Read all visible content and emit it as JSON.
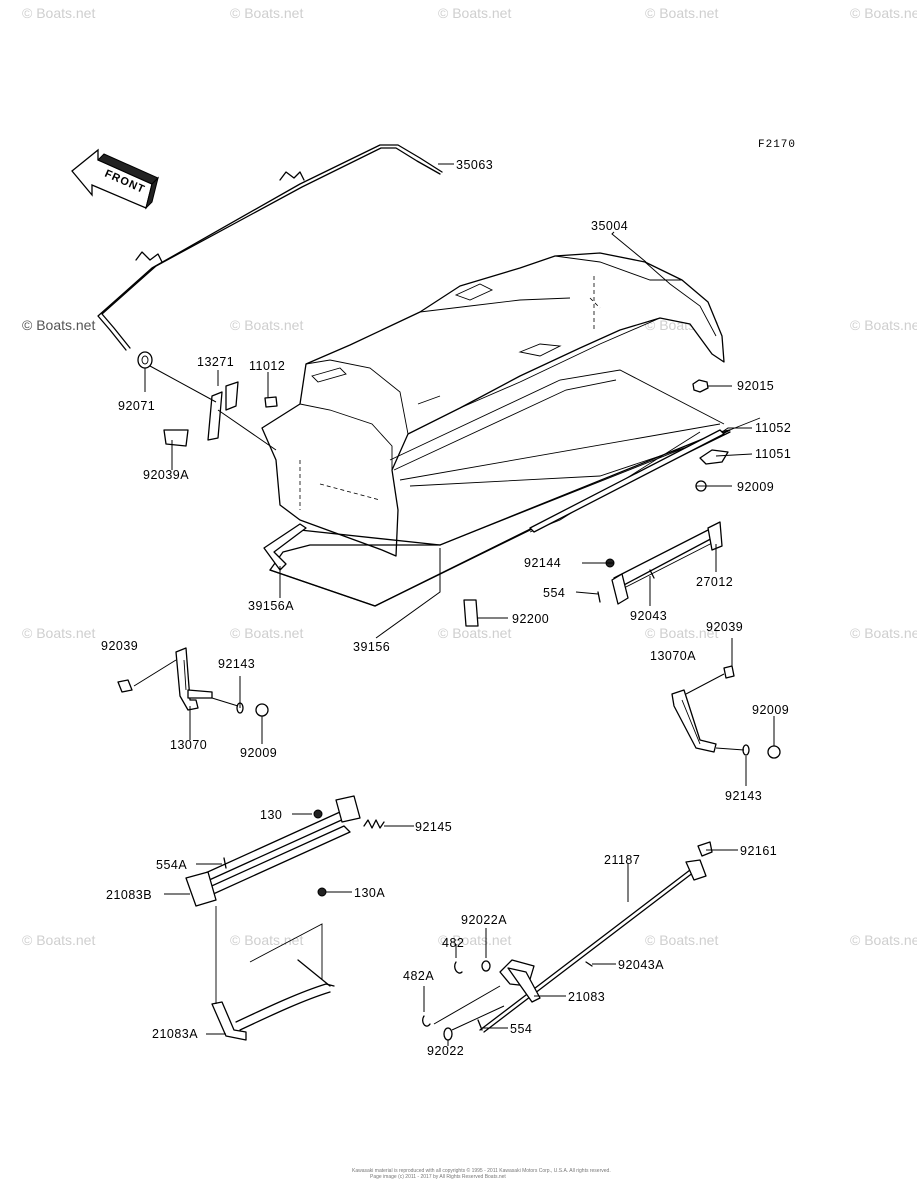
{
  "figure_code": "F2170",
  "front_arrow_label": "FRONT",
  "watermark": "© Boats.net",
  "footer_lines": [
    "Kawasaki material is reproduced with all copyrights © 1995 - 2011 Kawasaki Motors Corp., U.S.A. All rights reserved.",
    "Page image (c) 2011 - 2017 by All Rights Reserved Boats.net"
  ],
  "part_labels": {
    "p35063": "35063",
    "p35004": "35004",
    "p13271": "13271",
    "p11012": "11012",
    "p92071": "92071",
    "p92039A": "92039A",
    "p92015": "92015",
    "p11052": "11052",
    "p11051": "11051",
    "p92009_top": "92009",
    "p39156A": "39156A",
    "p39156": "39156",
    "p92200": "92200",
    "p92144": "92144",
    "p554": "554",
    "p27012": "27012",
    "p92043": "92043",
    "p92039_left": "92039",
    "p92143_left": "92143",
    "p13070": "13070",
    "p92009_left": "92009",
    "p92039_right": "92039",
    "p13070A": "13070A",
    "p92009_right": "92009",
    "p92143_right": "92143",
    "p130": "130",
    "p92145": "92145",
    "p554A": "554A",
    "p21083B": "21083B",
    "p130A": "130A",
    "p21083A": "21083A",
    "p21187": "21187",
    "p92161": "92161",
    "p92022A": "92022A",
    "p482": "482",
    "p482A": "482A",
    "p92043A": "92043A",
    "p21083": "21083",
    "p554_bottom": "554",
    "p92022": "92022"
  }
}
